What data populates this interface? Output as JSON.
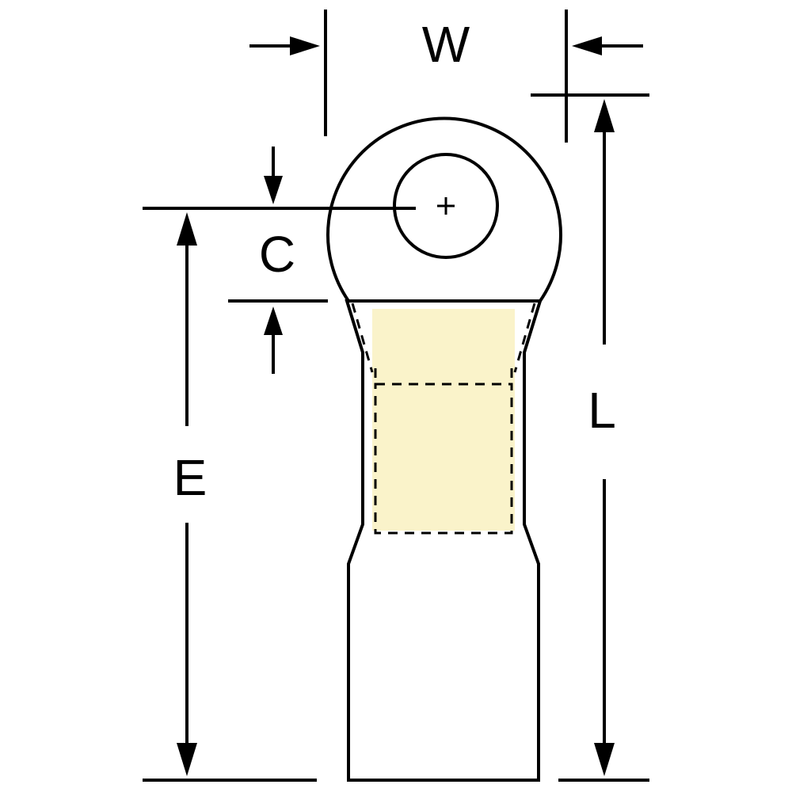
{
  "labels": {
    "w": "W",
    "c": "C",
    "e": "E",
    "l": "L"
  },
  "colors": {
    "sleeve_fill": "#FCF5C4",
    "sleeve_shade": "#F6EBA6",
    "stroke": "#000000",
    "background": "#FFFFFF"
  },
  "icons": {
    "center_mark": "plus-icon"
  }
}
